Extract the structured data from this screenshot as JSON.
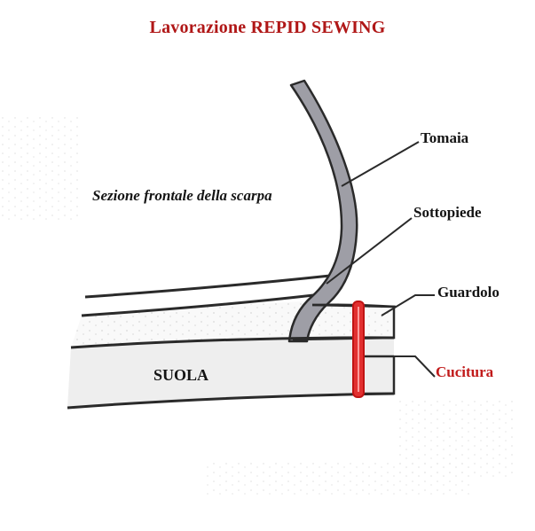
{
  "title": "Lavorazione REPID SEWING",
  "caption": "Sezione frontale della scarpa",
  "labels": {
    "tomaia": "Tomaia",
    "sottopiede": "Sottopiede",
    "guardolo": "Guardolo",
    "cucitura": "Cucitura",
    "suola": "SUOLA"
  },
  "colors": {
    "title": "#b01717",
    "stitch": "#d62020",
    "upper_fill": "#9e9ea6",
    "outline": "#2a2a2a"
  }
}
